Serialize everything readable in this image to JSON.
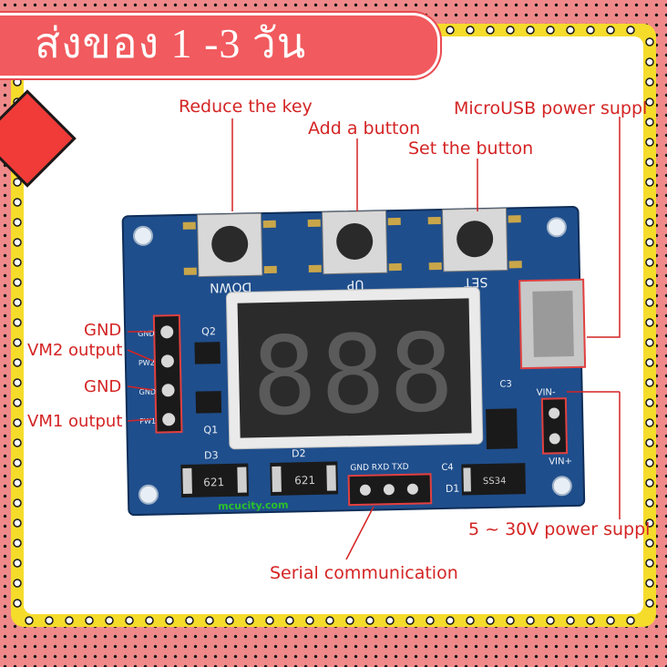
{
  "banner": {
    "text": "ส่งของ 1 -3 วัน"
  },
  "labels": {
    "reduce_key": "Reduce the key",
    "add_button": "Add a button",
    "set_button": "Set the button",
    "microusb": "MicroUSB power suppl",
    "gnd_top": "GND",
    "pwm2": "VM2 output",
    "gnd_bottom": "GND",
    "pwm1": "VM1 output",
    "power_supply": "5 ~ 30V power suppl",
    "serial": "Serial communication"
  },
  "board_silkscreen": {
    "down": "DOWN",
    "up": "UP",
    "set": "SET",
    "q2": "Q2",
    "q1": "Q1",
    "d3": "D3",
    "d2": "D2",
    "d1": "D1",
    "c3": "C3",
    "c4": "C4",
    "vin_minus": "VIN-",
    "vin_plus": "VIN+",
    "uart_pins": "GND RXD TXD",
    "pin_labels": [
      "GND",
      "PW2",
      "GND",
      "PW1"
    ],
    "diode_d3": "621",
    "diode_d2": "621",
    "ss34": "SS34",
    "display": "888"
  },
  "watermark": "mcucity.com",
  "colors": {
    "background": "#f08a8a",
    "frame": "#f5dc2b",
    "banner": "#f15a5e",
    "label_red": "#d42424",
    "pcb_blue": "#1f4e8c"
  }
}
